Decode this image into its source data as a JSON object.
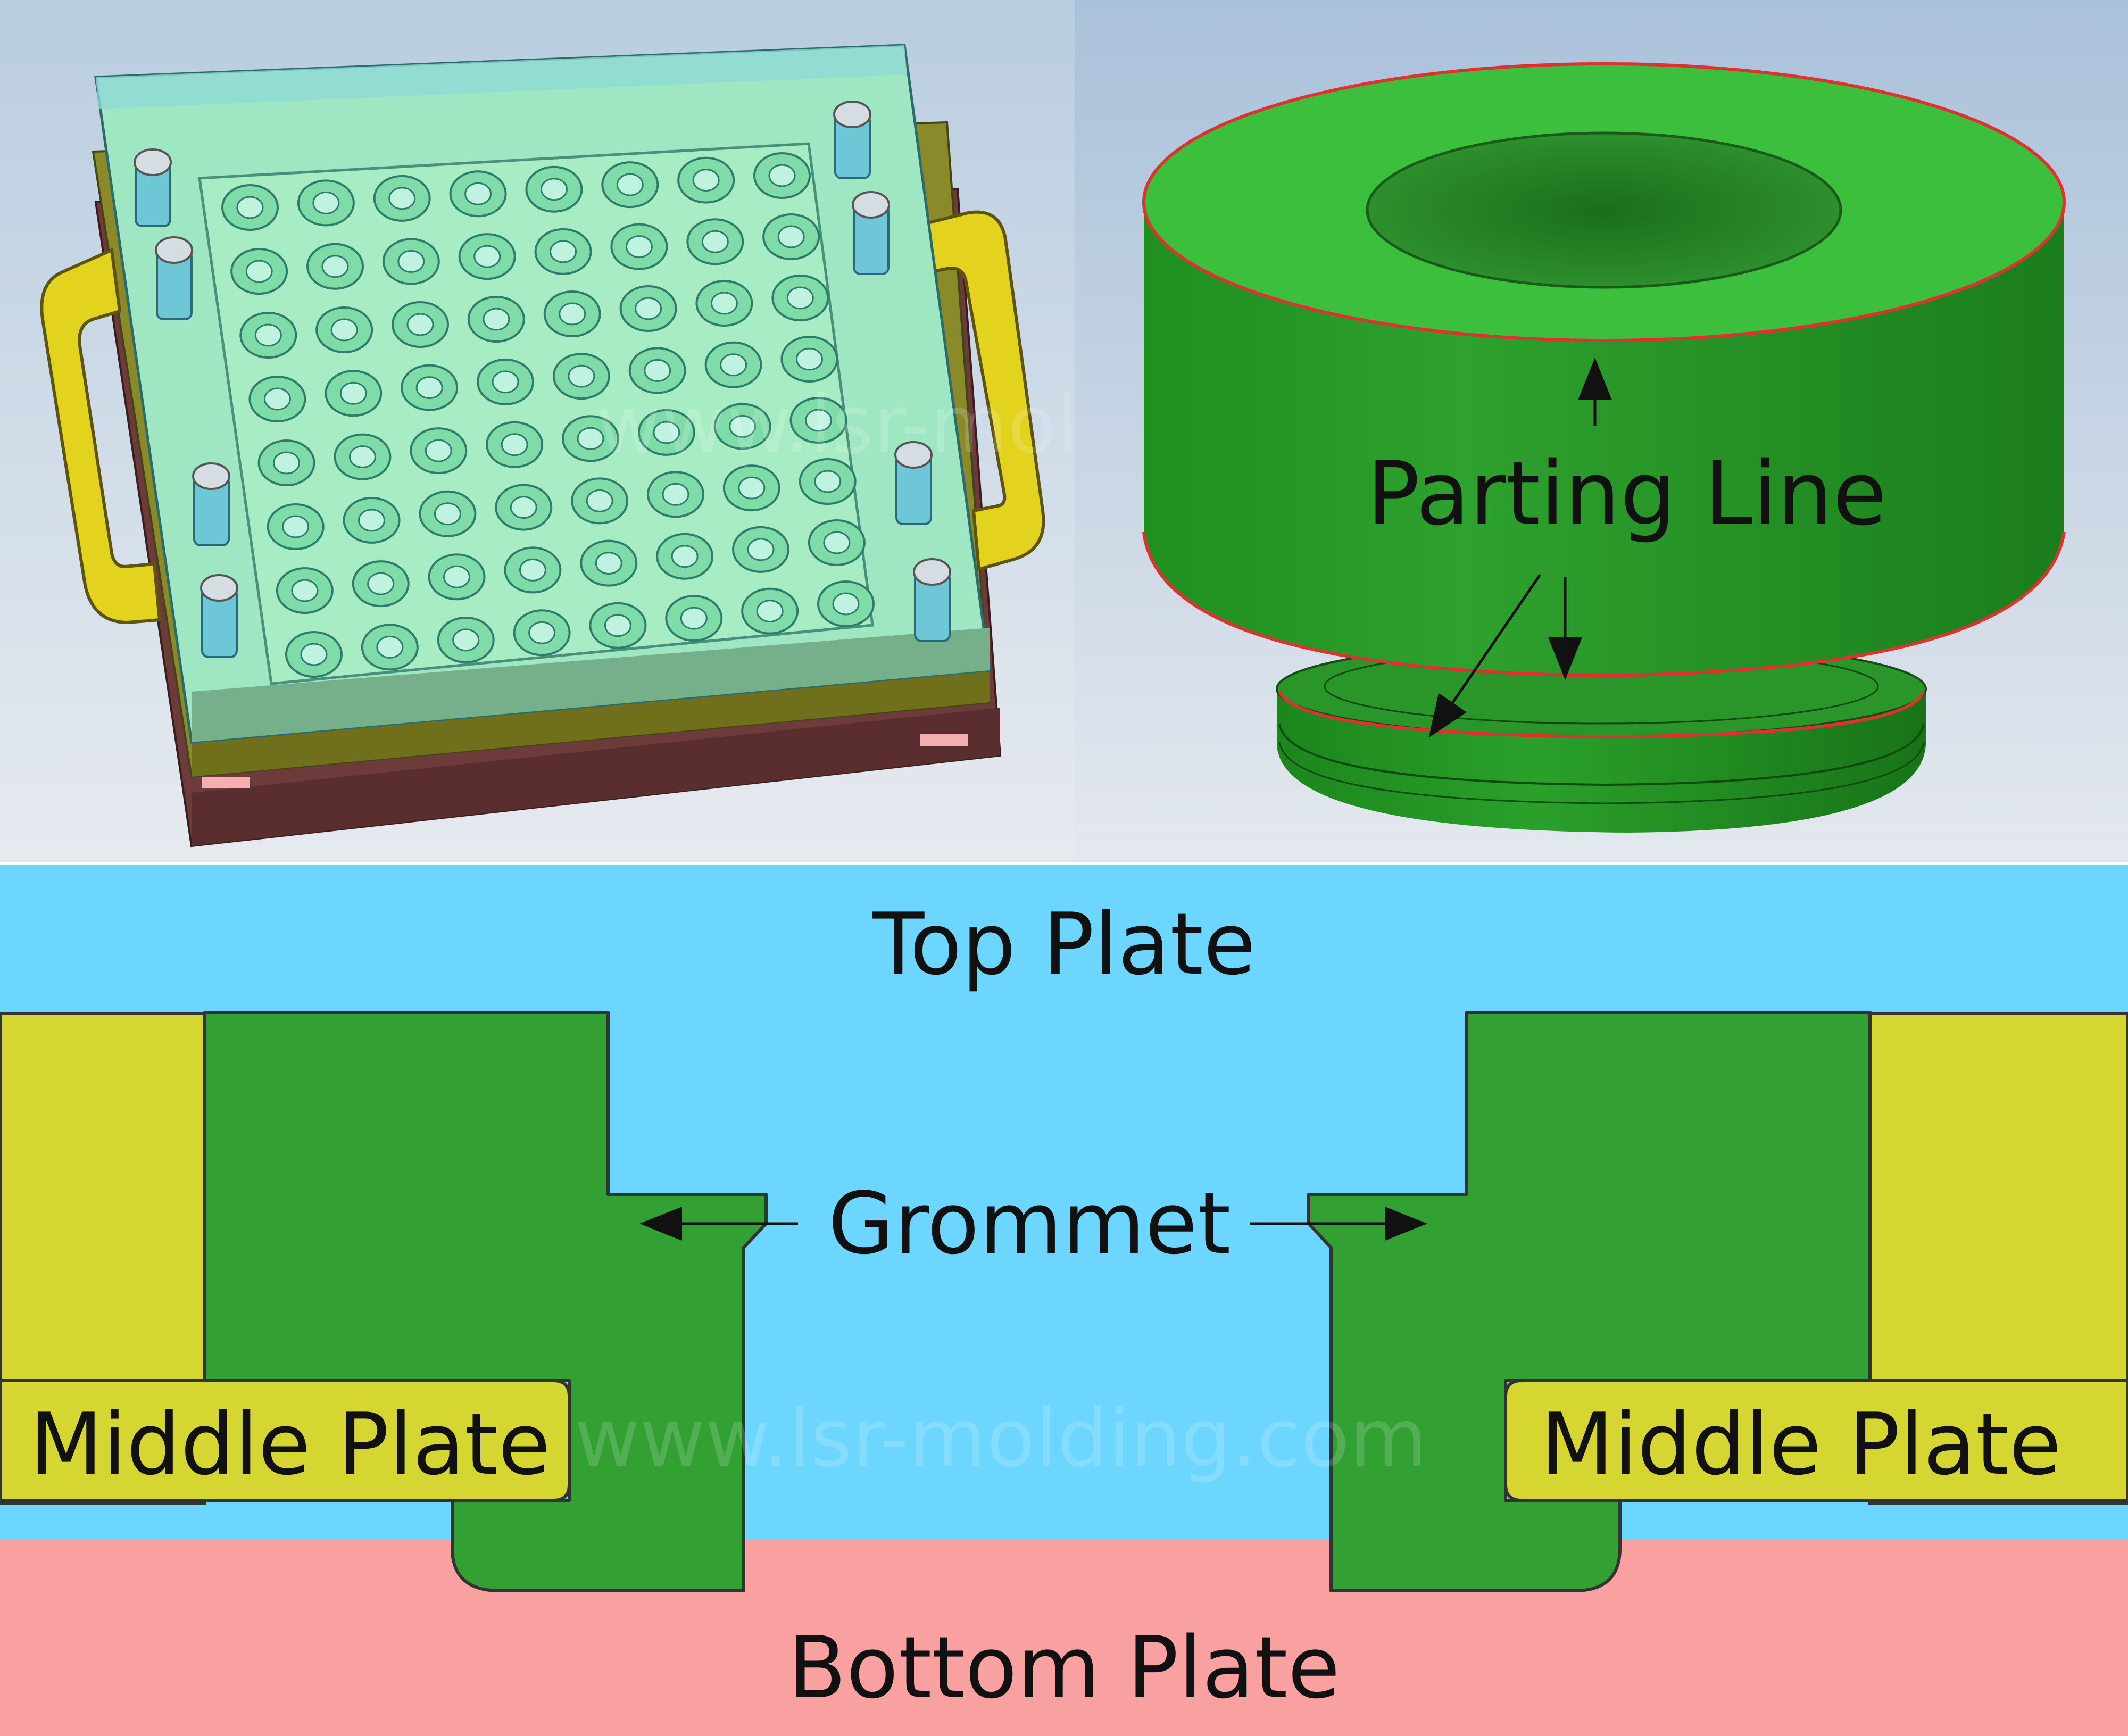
{
  "labels": {
    "parting_line": "Parting Line",
    "top_plate": "Top Plate",
    "grommet": "Grommet",
    "middle_plate_left": "Middle Plate",
    "middle_plate_right": "Middle Plate",
    "bottom_plate": "Bottom Plate"
  },
  "watermark": {
    "upper": "www.lsr-molding.com",
    "lower": "www.lsr-molding.com"
  },
  "colors": {
    "top_plate": "#6DD6FF",
    "middle_plate": "#D6D633",
    "bottom_plate": "#F9A0A0",
    "grommet": "#33A033",
    "parting_line": "#E03030",
    "mold_handle": "#E3D21E",
    "mold_base": "#6E3B3B"
  },
  "mold_cavities": {
    "rows": 8,
    "columns": 8
  }
}
